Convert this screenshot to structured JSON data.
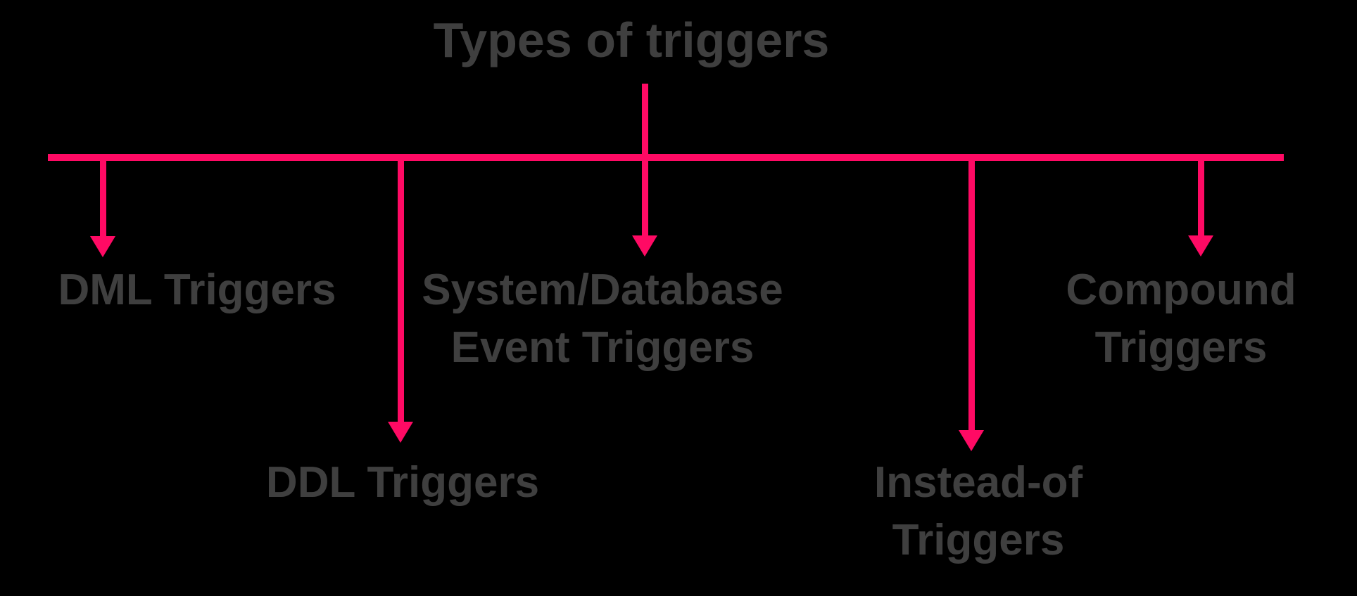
{
  "diagram": {
    "title": "Types of triggers",
    "branches": [
      {
        "id": "dml-triggers",
        "lines": [
          "DML Triggers"
        ]
      },
      {
        "id": "ddl-triggers",
        "lines": [
          "DDL Triggers"
        ]
      },
      {
        "id": "system-db-event-triggers",
        "lines": [
          "System/Database",
          "Event Triggers"
        ]
      },
      {
        "id": "instead-of-triggers",
        "lines": [
          "Instead-of",
          "Triggers"
        ]
      },
      {
        "id": "compound-triggers",
        "lines": [
          "Compound",
          "Triggers"
        ]
      }
    ],
    "colors": {
      "connector": "#FF0A64",
      "text": "#3F3F3F",
      "background": "#000000"
    }
  }
}
